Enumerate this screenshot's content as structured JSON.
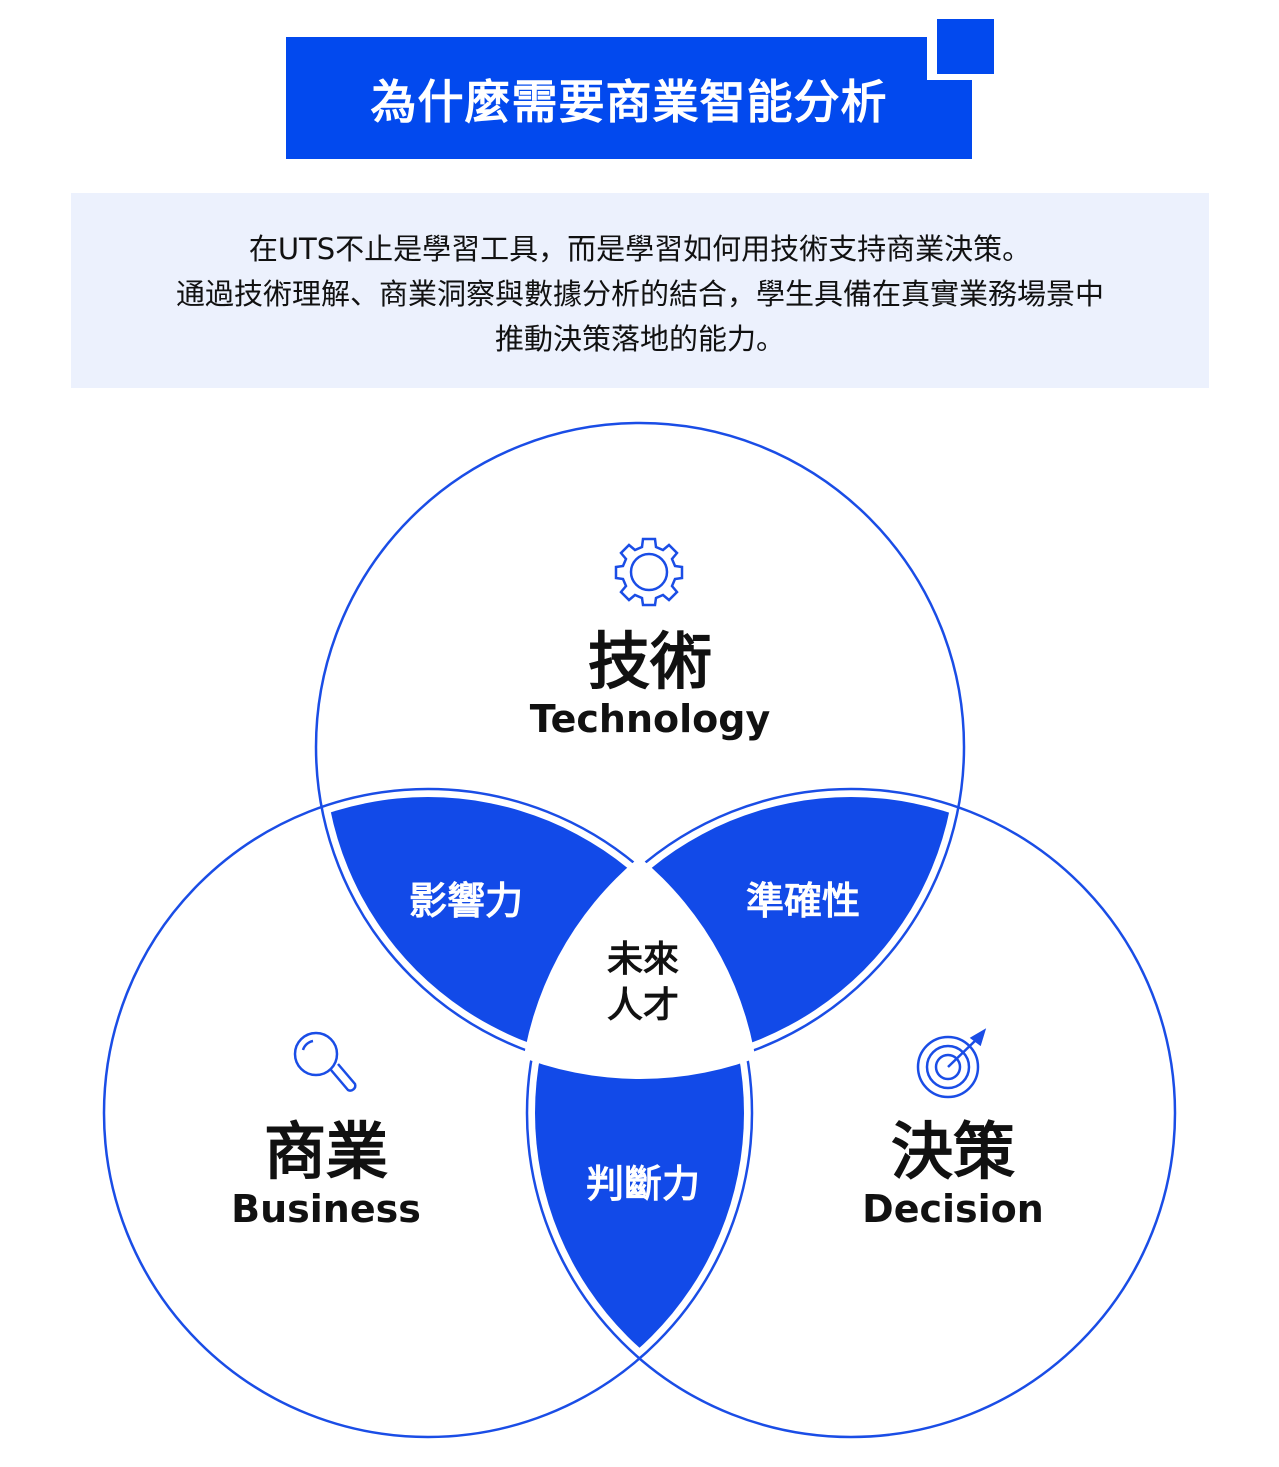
{
  "header": {
    "title": "為什麼需要商業智能分析"
  },
  "description": {
    "lines": [
      "在UTS不止是學習工具，而是學習如何用技術支持商業決策。",
      "通過技術理解、商業洞察與數據分析的結合，學生具備在真實業務場景中",
      "推動決策落地的能力。"
    ]
  },
  "venn": {
    "circles": [
      {
        "zh": "技術",
        "en": "Technology",
        "icon": "gear-icon"
      },
      {
        "zh": "商業",
        "en": "Business",
        "icon": "magnifier-icon"
      },
      {
        "zh": "決策",
        "en": "Decision",
        "icon": "target-icon"
      }
    ],
    "overlaps": {
      "technology_business": "影響力",
      "technology_decision": "準確性",
      "business_decision": "判斷力"
    },
    "center": [
      "未來",
      "人才"
    ]
  },
  "colors": {
    "accent": "#0249ee",
    "fill": "#124ae8",
    "panel": "#ecf1fd"
  }
}
